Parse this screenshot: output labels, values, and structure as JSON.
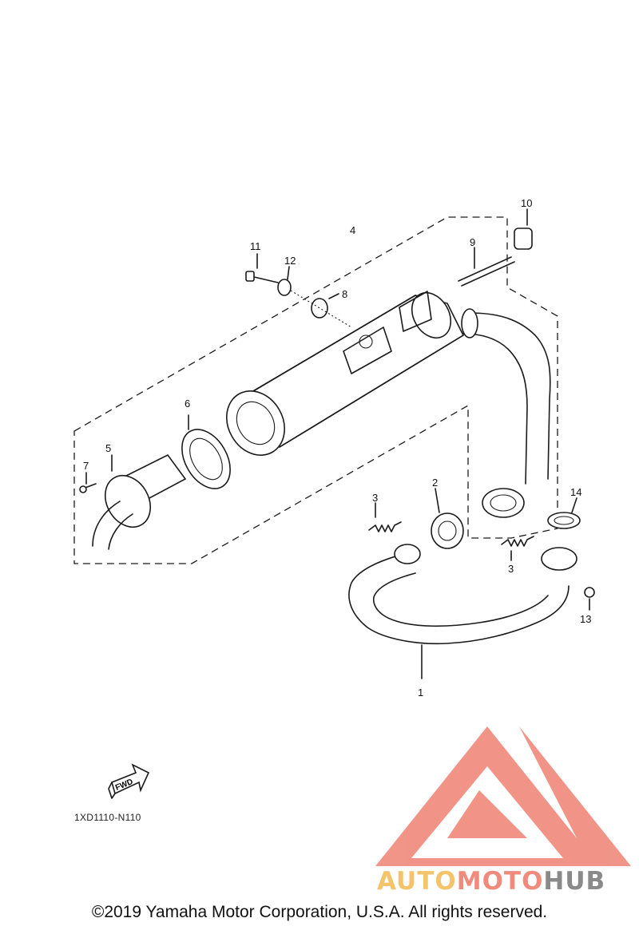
{
  "diagram": {
    "callouts": [
      "1",
      "2",
      "3",
      "3",
      "4",
      "5",
      "6",
      "7",
      "8",
      "9",
      "10",
      "11",
      "12",
      "13",
      "14"
    ],
    "fwd_label": "FWD",
    "drawing_code": "1XD1110-N110"
  },
  "watermark": {
    "brand_part1": "AUTO",
    "brand_part2": "MOTO",
    "brand_part3": "HUB",
    "colors": {
      "auto": "#f4c36a",
      "moto": "#f08a7c",
      "hub": "#8a8a8a",
      "logo": "#f0897b"
    }
  },
  "footer": {
    "copyright": "©2019 Yamaha Motor Corporation, U.S.A. All rights reserved."
  }
}
